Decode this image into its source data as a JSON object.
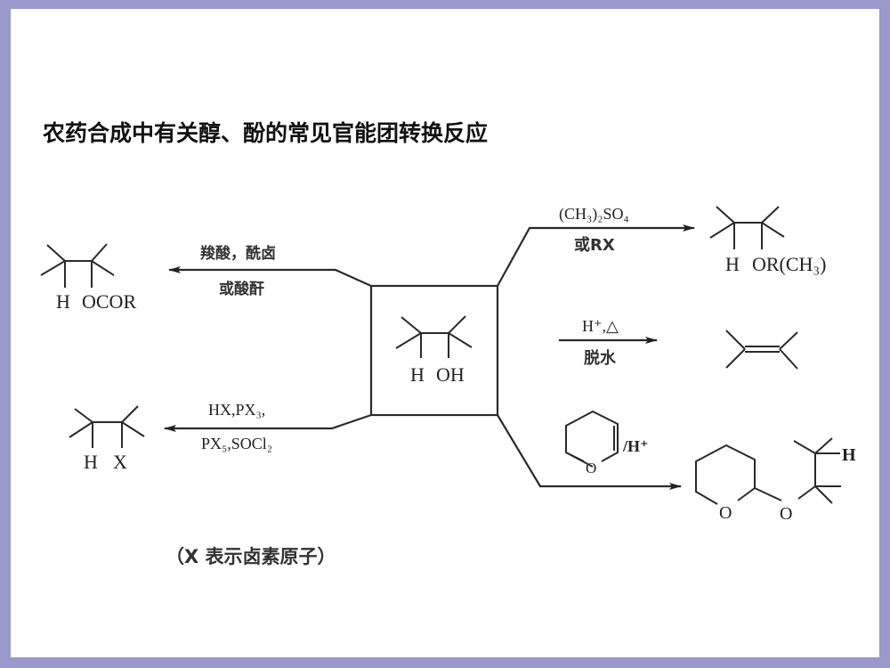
{
  "slide": {
    "title": "农药合成中有关醇、酚的常见官能团转换反应",
    "border_color": "#9999cc",
    "background": "#ffffff"
  },
  "diagram": {
    "center": {
      "label_h": "H",
      "label_group": "OH"
    },
    "reactions": [
      {
        "id": "esterification",
        "direction": "left-upper",
        "reagent_top": "羧酸，酰卤",
        "reagent_bottom": "或酸酐",
        "product_h": "H",
        "product_group": "OCOR"
      },
      {
        "id": "halogenation",
        "direction": "left-lower",
        "reagent_top": "HX,PX₃,",
        "reagent_bottom": "PX₅,SOCl₂",
        "product_h": "H",
        "product_group": "X"
      },
      {
        "id": "etherification",
        "direction": "right-upper",
        "reagent_top": "(CH₃)₂SO₄",
        "reagent_bottom": "或RX",
        "product_h": "H",
        "product_group": "OR(CH₃)"
      },
      {
        "id": "dehydration",
        "direction": "right-middle",
        "reagent_top": "H⁺,△",
        "reagent_bottom": "脱水",
        "product": "alkene"
      },
      {
        "id": "thp-protection",
        "direction": "right-lower",
        "reagent_suffix": "/H⁺",
        "reagent_ring_atom": "O",
        "product_ring_atom": "O",
        "product_link_atom": "O",
        "product_h": "H"
      }
    ],
    "footnote": "（X 表示卤素原子）"
  }
}
